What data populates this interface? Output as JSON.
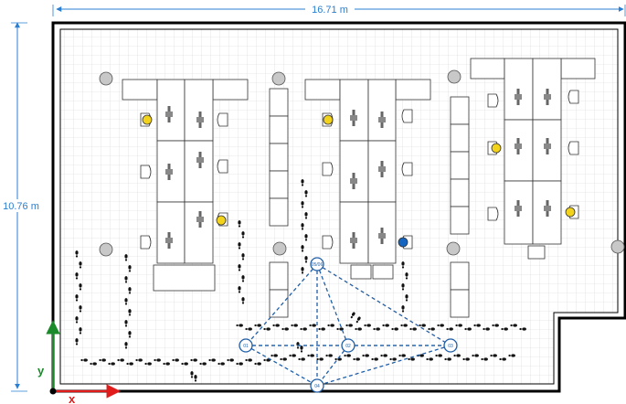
{
  "dimensions": {
    "width_label": "16.71 m",
    "height_label": "10.76 m",
    "color": "#2a7fd0"
  },
  "axes": {
    "x_label": "x",
    "y_label": "y",
    "x_color": "#e21b1b",
    "y_color": "#1a8a2a"
  },
  "anchors": {
    "color": "#1f5fa8",
    "nodes": [
      {
        "id": "a56",
        "label": "05/06"
      },
      {
        "id": "a1",
        "label": "01"
      },
      {
        "id": "a2",
        "label": "02"
      },
      {
        "id": "a3",
        "label": "03"
      },
      {
        "id": "a4",
        "label": "04"
      }
    ],
    "links": [
      [
        "a56",
        "a1"
      ],
      [
        "a56",
        "a2"
      ],
      [
        "a56",
        "a3"
      ],
      [
        "a56",
        "a4"
      ],
      [
        "a1",
        "a2"
      ],
      [
        "a2",
        "a3"
      ],
      [
        "a1",
        "a4"
      ],
      [
        "a2",
        "a4"
      ],
      [
        "a3",
        "a4"
      ],
      [
        "a1",
        "a3"
      ]
    ]
  },
  "tags": {
    "yellow": "#f2d21b",
    "blue": "#1565c0"
  },
  "furniture": {
    "column_color": "#c8c8c8",
    "wall_color": "#000000",
    "grid_color": "#d6d6d6"
  }
}
